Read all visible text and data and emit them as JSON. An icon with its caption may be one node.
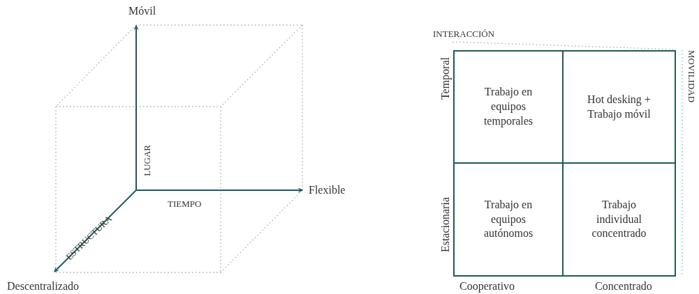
{
  "diagram": {
    "nodes": [
      {
        "text": [
          "Trabajo en equipos temporales"
        ]
      },
      {
        "text": [
          "Hot desking + Trabajo móvil"
        ]
      },
      {
        "text": [
          "Trabajo en equipos autónomos"
        ]
      },
      {
        "text": [
          "Trabajo individual concentrado"
        ]
      }
    ],
    "labels": [
      "Móvil",
      "LUGAR",
      "Flexible",
      "TIEMPO",
      "ESTRUCTURA",
      "Descentralizado",
      "INTERACCIÓN",
      "MOVILIDAD",
      "Temporal",
      "Estacionaria",
      "Cooperativo",
      "Concentrado"
    ]
  }
}
